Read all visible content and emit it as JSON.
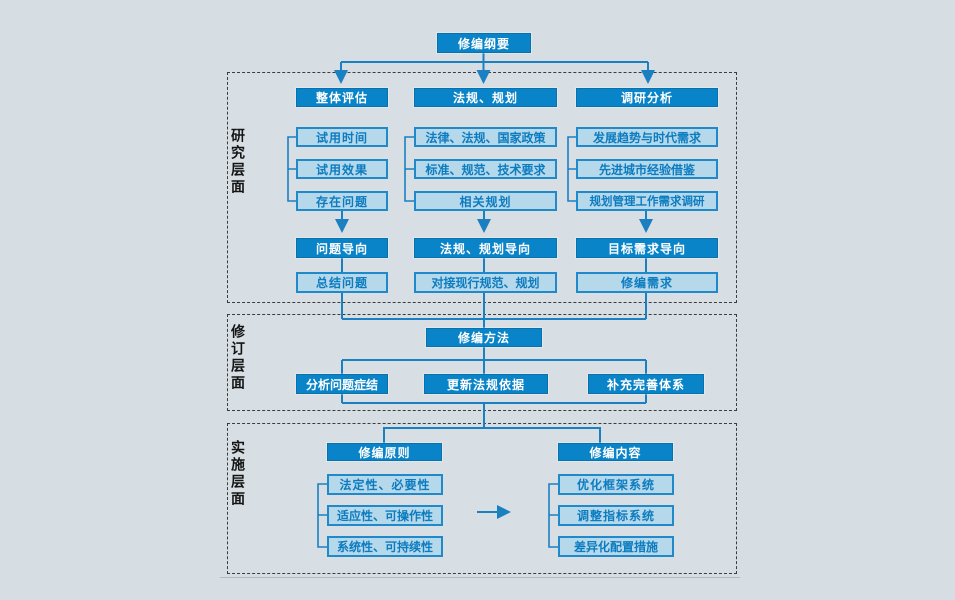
{
  "title": "修编纲要",
  "sections": [
    {
      "label": "研究层面"
    },
    {
      "label": "修订层面"
    },
    {
      "label": "实施层面"
    }
  ],
  "research": {
    "columns": [
      {
        "header": "整体评估",
        "items": [
          "试用时间",
          "试用效果",
          "存在问题"
        ],
        "orientation": "问题导向",
        "result": "总结问题"
      },
      {
        "header": "法规、规划",
        "items": [
          "法律、法规、国家政策",
          "标准、规范、技术要求",
          "相关规划"
        ],
        "orientation": "法规、规划导向",
        "result": "对接现行规范、规划"
      },
      {
        "header": "调研分析",
        "items": [
          "发展趋势与时代需求",
          "先进城市经验借鉴",
          "规划管理工作需求调研"
        ],
        "orientation": "目标需求导向",
        "result": "修编需求"
      }
    ]
  },
  "revision": {
    "method": "修编方法",
    "actions": [
      "分析问题症结",
      "更新法规依据",
      "补充完善体系"
    ]
  },
  "implementation": {
    "groups": [
      {
        "header": "修编原则",
        "items": [
          "法定性、必要性",
          "适应性、可操作性",
          "系统性、可持续性"
        ]
      },
      {
        "header": "修编内容",
        "items": [
          "优化框架系统",
          "调整指标系统",
          "差异化配置措施"
        ]
      }
    ]
  },
  "colors": {
    "background": "#d6dee3",
    "node_solid": "#0a84c8",
    "node_light_fill": "#b6d8eb",
    "node_light_border": "#2089c9",
    "node_light_text": "#0c7cc0",
    "wire": "#1a80c2",
    "panel_border": "#3c3c3c"
  }
}
